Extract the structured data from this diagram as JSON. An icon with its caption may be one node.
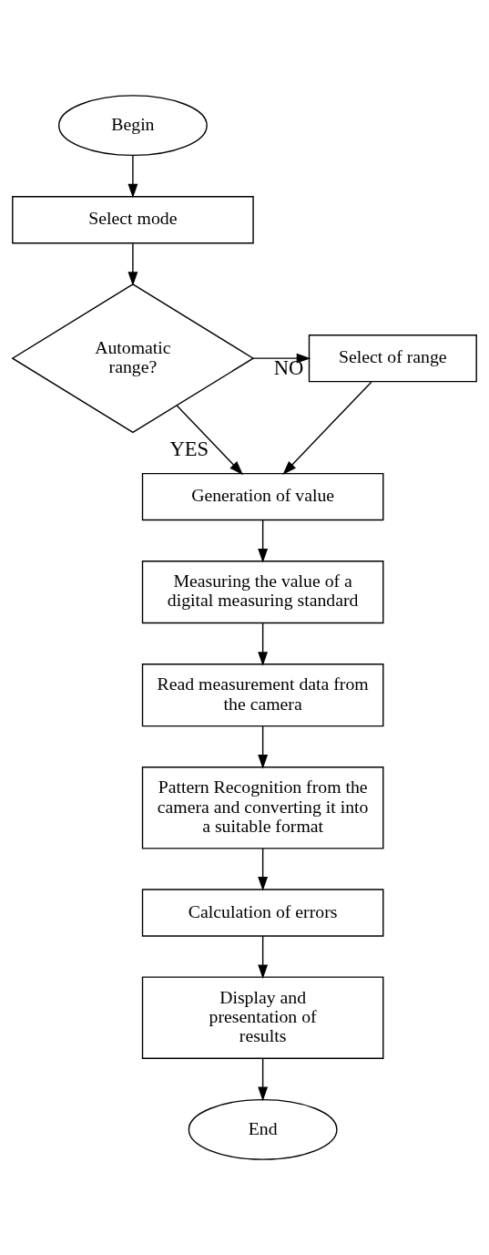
{
  "diagram": {
    "nodes": [
      {
        "text": [
          "Begin"
        ]
      },
      {
        "text": [
          "Select mode"
        ]
      },
      {
        "text": [
          "Automatic range?"
        ]
      },
      {
        "text": [
          "Select of range"
        ]
      },
      {
        "text": [
          "Generation of value"
        ]
      },
      {
        "text": [
          "Measuring the value of a digital measuring standard"
        ]
      },
      {
        "text": [
          "Read measurement data from the camera"
        ]
      },
      {
        "text": [
          "Pattern Recognition from the camera and converting it into a suitable format"
        ]
      },
      {
        "text": [
          "Calculation of errors"
        ]
      },
      {
        "text": [
          "Display and presentation of results"
        ]
      },
      {
        "text": [
          "End"
        ]
      }
    ],
    "edges": [
      {
        "from": 0,
        "to": 1,
        "arrow": "to"
      },
      {
        "from": 1,
        "to": 2,
        "arrow": "to"
      },
      {
        "from": 2,
        "to": 3,
        "arrow": "to",
        "label": "NO"
      },
      {
        "from": 2,
        "to": 4,
        "arrow": "to",
        "label": "YES"
      },
      {
        "from": 3,
        "to": 4,
        "arrow": "to"
      },
      {
        "from": 4,
        "to": 5,
        "arrow": "to"
      },
      {
        "from": 5,
        "to": 6,
        "arrow": "to"
      },
      {
        "from": 6,
        "to": 7,
        "arrow": "to"
      },
      {
        "from": 7,
        "to": 8,
        "arrow": "to"
      },
      {
        "from": 8,
        "to": 9,
        "arrow": "to"
      },
      {
        "from": 9,
        "to": 10,
        "arrow": "to"
      }
    ]
  }
}
